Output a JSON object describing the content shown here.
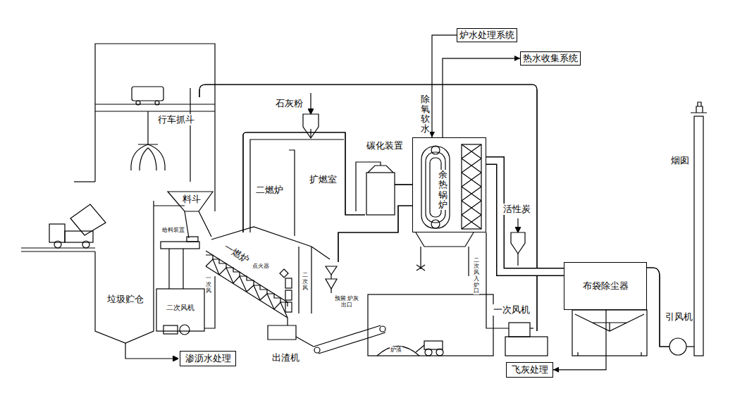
{
  "diagram": {
    "nodes": [
      {
        "text": [
          "炉水处理系统"
        ]
      },
      {
        "text": [
          "热水收集系统"
        ]
      },
      {
        "text": [
          "余热锅炉"
        ]
      },
      {
        "text": [
          "布袋除尘器"
        ]
      },
      {
        "text": [
          "渗沥水处理"
        ]
      },
      {
        "text": [
          "飞灰处理"
        ]
      }
    ],
    "edges": [
      {
        "from": 0,
        "to": 2,
        "arrow": "to",
        "label": "除氧软水"
      },
      {
        "from": 2,
        "to": 1,
        "arrow": "to"
      },
      {
        "from": 3,
        "to": 5,
        "arrow": "to"
      },
      {
        "from": 2,
        "to": 3,
        "arrow": "none"
      }
    ],
    "labels": [
      "行车抓斗",
      "石灰粉",
      "碳化装置",
      "料斗",
      "二燃炉",
      "扩燃室",
      "活性炭",
      "烟囱",
      "给料装置",
      "一燃炉",
      "垃圾贮仓",
      "二次风机",
      "一次风",
      "点火器",
      "二次风",
      "预留 炉灰出口",
      "出渣机",
      "炉渣",
      "一次风机",
      "二次风入炉口",
      "引风机"
    ]
  }
}
